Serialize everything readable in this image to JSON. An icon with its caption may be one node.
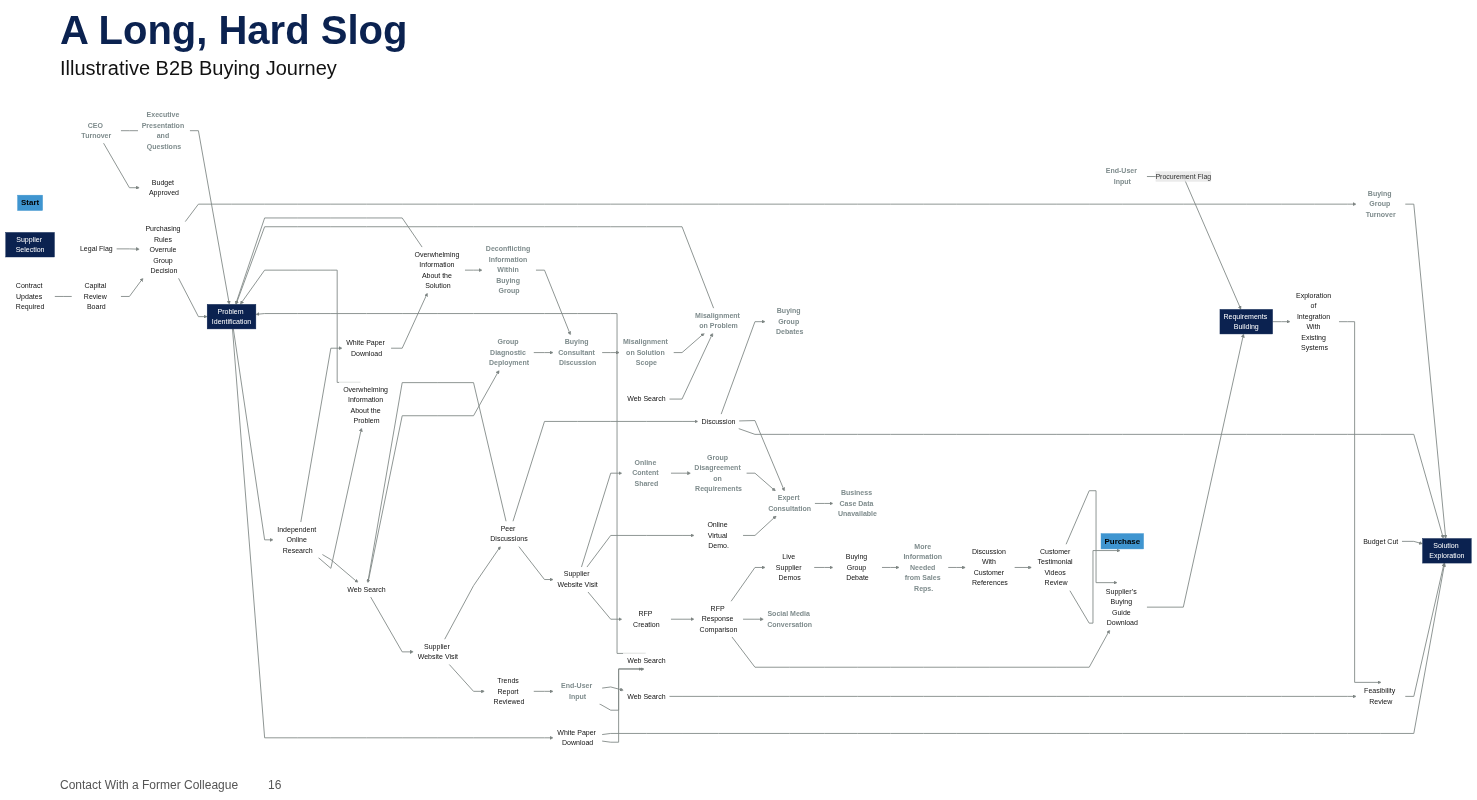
{
  "diagram": {
    "title": "A Long, Hard Slog",
    "caption": "Illustrative B2B Buying Journey",
    "nodes": [
      {
        "text": [
          "Start"
        ]
      },
      {
        "text": [
          "CEO Turnover"
        ]
      },
      {
        "text": [
          "Exploration of Integration With Existing Systems"
        ]
      },
      {
        "text": [
          "Buying Group Turnover"
        ]
      },
      {
        "text": [
          "Purchasing Rules Overrule Group Decision"
        ]
      },
      {
        "text": [
          "Executive Presentation and Questions"
        ]
      },
      {
        "text": [
          "Budget Approved"
        ]
      },
      {
        "text": [
          "Web Search"
        ]
      },
      {
        "text": [
          "Feasibility Review"
        ]
      },
      {
        "text": [
          "Legal Flag"
        ]
      },
      {
        "text": [
          "End-User Input"
        ]
      },
      {
        "text": [
          "Web Search"
        ]
      },
      {
        "text": [
          "Budget Cut"
        ]
      },
      {
        "text": [
          "Capital Review Board"
        ]
      },
      {
        "text": [
          "End-User Input"
        ]
      },
      {
        "text": [
          "Problem Identification"
        ]
      },
      {
        "text": [
          "White Paper Download"
        ]
      },
      {
        "text": [
          "Solution Exploration"
        ]
      },
      {
        "text": [
          "Trends Report Reviewed"
        ]
      },
      {
        "text": [
          "Requirements Building"
        ]
      },
      {
        "text": [
          "Social Media Conversation"
        ]
      },
      {
        "text": [
          "Supplier Selection"
        ]
      },
      {
        "text": [
          "Independent Online Research"
        ]
      },
      {
        "text": [
          "Overwhelming Information About the Problem"
        ]
      },
      {
        "text": [
          "Web Search"
        ]
      },
      {
        "text": [
          "Supplier Website Visit"
        ]
      },
      {
        "text": [
          "Supplier Website Visit"
        ]
      },
      {
        "text": [
          "RFP Creation"
        ]
      },
      {
        "text": [
          "RFP Response Comparison"
        ]
      },
      {
        "text": [
          "Live Supplier Demos"
        ]
      },
      {
        "text": [
          "Buying Group Debate"
        ]
      },
      {
        "text": [
          "Peer Discussions"
        ]
      },
      {
        "text": [
          "Supplier’s Buying Guide Download"
        ]
      },
      {
        "text": [
          "More Information Needed from Sales Reps."
        ]
      },
      {
        "text": [
          "Web Search"
        ]
      },
      {
        "text": [
          "Misalignment on Problem"
        ]
      },
      {
        "text": [
          "Group Diagnostic Deployment"
        ]
      },
      {
        "text": [
          "Online Virtual Demo."
        ]
      },
      {
        "text": [
          "Online Content Shared"
        ]
      },
      {
        "text": [
          "Contract Updates Required"
        ]
      },
      {
        "text": [
          "Discussion"
        ]
      },
      {
        "text": [
          "Buying Consultant Discussion"
        ]
      },
      {
        "text": [
          "Misalignment on Solution Scope"
        ]
      },
      {
        "text": [
          "Expert Consultation"
        ]
      },
      {
        "text": [
          "Business Case Data Unavailable"
        ]
      },
      {
        "text": [
          "Discussion With Customer References"
        ]
      },
      {
        "text": [
          "Purchase"
        ]
      },
      {
        "text": [
          "White Paper Download"
        ]
      },
      {
        "text": [
          "Overwhelming Information About the Solution"
        ]
      },
      {
        "text": [
          "Deconflicting Information Within Buying Group"
        ]
      },
      {
        "text": [
          "Buying Group Debates"
        ]
      },
      {
        "text": [
          "Group Disagreement on Requirements"
        ]
      },
      {
        "text": [
          "Customer Testimonial Videos Review"
        ]
      }
    ],
    "edges": [
      {
        "from": 4,
        "to": 15,
        "arrow": "to"
      },
      {
        "from": 1,
        "to": 6,
        "arrow": "to"
      },
      {
        "from": 1,
        "to": 5,
        "arrow": "none"
      },
      {
        "from": 5,
        "to": 15,
        "arrow": "to"
      },
      {
        "from": 7,
        "to": 15,
        "arrow": "to"
      },
      {
        "from": 15,
        "to": 16,
        "arrow": "to"
      },
      {
        "from": 16,
        "to": 7,
        "arrow": "to"
      },
      {
        "from": 16,
        "to": 17,
        "arrow": "to"
      },
      {
        "from": 23,
        "to": 15,
        "arrow": "to"
      },
      {
        "from": 15,
        "to": 22,
        "arrow": "to"
      },
      {
        "from": 22,
        "to": 23,
        "arrow": "to"
      },
      {
        "from": 22,
        "to": 24,
        "arrow": "to"
      },
      {
        "from": 22,
        "to": 47,
        "arrow": "to"
      },
      {
        "from": 3,
        "to": 17,
        "arrow": "to"
      },
      {
        "from": 2,
        "to": 8,
        "arrow": "to"
      },
      {
        "from": 19,
        "to": 2,
        "arrow": "to"
      },
      {
        "from": 8,
        "to": 17,
        "arrow": "to"
      },
      {
        "from": 10,
        "to": 7,
        "arrow": "to"
      },
      {
        "from": 10,
        "to": 11,
        "arrow": "to"
      },
      {
        "from": 11,
        "to": 8,
        "arrow": "to"
      },
      {
        "from": 18,
        "to": 10,
        "arrow": "to"
      },
      {
        "from": 25,
        "to": 18,
        "arrow": "to"
      },
      {
        "from": 24,
        "to": 25,
        "arrow": "to"
      },
      {
        "from": 24,
        "to": 36,
        "arrow": "to"
      },
      {
        "from": 31,
        "to": 24,
        "arrow": "to"
      },
      {
        "from": 25,
        "to": 31,
        "arrow": "to"
      },
      {
        "from": 31,
        "to": 26,
        "arrow": "to"
      },
      {
        "from": 31,
        "to": 40,
        "arrow": "to"
      },
      {
        "from": 40,
        "to": 17,
        "arrow": "to"
      },
      {
        "from": 26,
        "to": 27,
        "arrow": "to"
      },
      {
        "from": 26,
        "to": 37,
        "arrow": "to"
      },
      {
        "from": 26,
        "to": 38,
        "arrow": "to"
      },
      {
        "from": 27,
        "to": 28,
        "arrow": "to"
      },
      {
        "from": 32,
        "to": 19,
        "arrow": "to"
      },
      {
        "from": 28,
        "to": 32,
        "arrow": "to"
      },
      {
        "from": 28,
        "to": 20,
        "arrow": "to"
      },
      {
        "from": 28,
        "to": 29,
        "arrow": "to"
      },
      {
        "from": 29,
        "to": 30,
        "arrow": "to"
      },
      {
        "from": 30,
        "to": 33,
        "arrow": "to"
      },
      {
        "from": 33,
        "to": 45,
        "arrow": "to"
      },
      {
        "from": 45,
        "to": 52,
        "arrow": "to"
      },
      {
        "from": 52,
        "to": 46,
        "arrow": "to"
      },
      {
        "from": 52,
        "to": 32,
        "arrow": "to"
      },
      {
        "from": 14,
        "to": 19,
        "arrow": "to",
        "label": "Procurement Flag"
      },
      {
        "from": 12,
        "to": 17,
        "arrow": "to"
      },
      {
        "from": 4,
        "to": 3,
        "arrow": "to"
      },
      {
        "from": 9,
        "to": 4,
        "arrow": "to"
      },
      {
        "from": 13,
        "to": 4,
        "arrow": "to"
      },
      {
        "from": 39,
        "to": 13,
        "arrow": "none"
      },
      {
        "from": 34,
        "to": 35,
        "arrow": "to"
      },
      {
        "from": 35,
        "to": 15,
        "arrow": "to"
      },
      {
        "from": 42,
        "to": 35,
        "arrow": "to"
      },
      {
        "from": 36,
        "to": 41,
        "arrow": "to"
      },
      {
        "from": 41,
        "to": 42,
        "arrow": "to"
      },
      {
        "from": 49,
        "to": 41,
        "arrow": "to"
      },
      {
        "from": 47,
        "to": 48,
        "arrow": "to"
      },
      {
        "from": 48,
        "to": 49,
        "arrow": "to"
      },
      {
        "from": 48,
        "to": 15,
        "arrow": "to"
      },
      {
        "from": 40,
        "to": 43,
        "arrow": "to"
      },
      {
        "from": 37,
        "to": 43,
        "arrow": "to"
      },
      {
        "from": 40,
        "to": 50,
        "arrow": "to"
      },
      {
        "from": 43,
        "to": 44,
        "arrow": "to"
      },
      {
        "from": 51,
        "to": 43,
        "arrow": "to"
      },
      {
        "from": 38,
        "to": 51,
        "arrow": "to"
      }
    ],
    "labels": [
      "Contact With a Former Colleague",
      "16"
    ]
  }
}
